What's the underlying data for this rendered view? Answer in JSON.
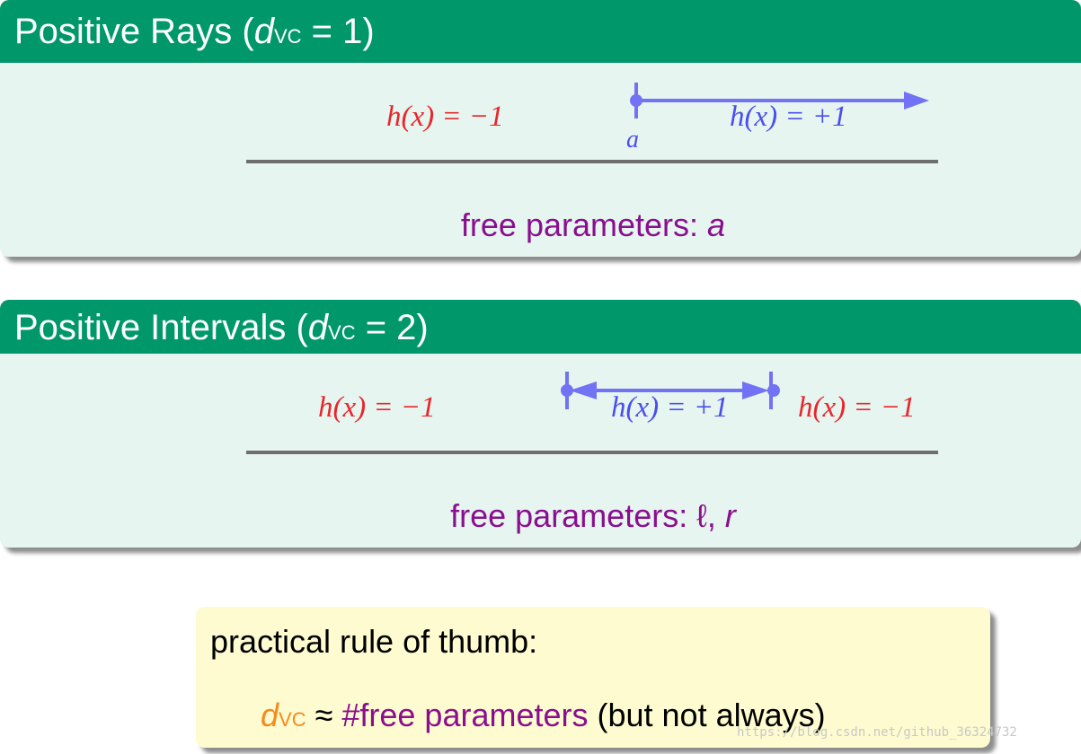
{
  "rays": {
    "header_prefix": "Positive Rays (",
    "d": "d",
    "vc": "VC",
    "header_suffix": " = 1)",
    "left_label": "h(x) = −1",
    "right_label": "h(x) = +1",
    "threshold": "a",
    "free_label": "free parameters: ",
    "free_value": "a"
  },
  "intervals": {
    "header_prefix": "Positive Intervals (",
    "d": "d",
    "vc": "VC",
    "header_suffix": " = 2)",
    "left_label": "h(x) = −1",
    "middle_label": "h(x) = +1",
    "right_label": "h(x) = −1",
    "free_label": "free parameters: ",
    "free_value_1": "ℓ",
    "free_sep": ", ",
    "free_value_2": "r"
  },
  "rule": {
    "title": "practical rule of thumb:",
    "d": "d",
    "vc": "VC",
    "approx": " ≈ ",
    "hash_free": "#free parameters",
    "note": " (but not always)"
  },
  "watermark": "https://blog.csdn.net/github_36324732",
  "colors": {
    "header_green": "#00986a",
    "minus_red": "#e8262c",
    "plus_blue": "#4a4ef0",
    "purple": "#8a0f8f",
    "orange": "#f58a1f"
  }
}
